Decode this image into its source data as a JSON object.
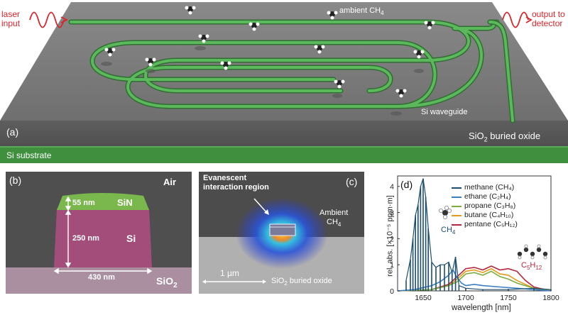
{
  "panel_a": {
    "panel_label": "(a)",
    "laser_input": [
      "laser",
      "input"
    ],
    "output_to_detector": [
      "output to",
      "detector"
    ],
    "ambient_label": "ambient CH",
    "ambient_sub": "4",
    "waveguide_label": "Si waveguide",
    "oxide_label_pre": "SiO",
    "oxide_label_sub": "2",
    "oxide_label_post": " buried oxide",
    "substrate_label": "Si substrate"
  },
  "panel_b": {
    "panel_label": "(b)",
    "air_label": "Air",
    "sin_label": "SiN",
    "si_label": "Si",
    "sio2_pre": "SiO",
    "sio2_sub": "2",
    "dim_top": "55 nm",
    "dim_height": "250 nm",
    "dim_width": "430 nm"
  },
  "panel_c": {
    "panel_label": "(c)",
    "evanescent": [
      "Evanescent",
      "interaction region"
    ],
    "ambient": [
      "Ambient",
      "CH"
    ],
    "ambient_sub": "4",
    "scale": "1 µm",
    "oxide_pre": "SiO",
    "oxide_sub": "2",
    "oxide_post": " buried oxide"
  },
  "panel_d": {
    "panel_label": "(d)",
    "ch4_label": "CH",
    "ch4_sub": "4",
    "c5_label": "C",
    "c5_sub1": "5",
    "c5_mid": "H",
    "c5_sub2": "12"
  },
  "chart_data": {
    "type": "line",
    "xlabel": "wavelength [nm]",
    "ylabel": "rel. abs. [×10⁻⁵ ppm·m]",
    "xlim": [
      1620,
      1800
    ],
    "ylim": [
      0,
      4.4
    ],
    "x_ticks": [
      1650,
      1700,
      1750,
      1800
    ],
    "y_ticks": [
      0,
      1,
      2,
      3,
      4
    ],
    "legend_position": "top-right",
    "series": [
      {
        "name": "methane",
        "formula": "(CH₄)",
        "color": "#1d4e6e",
        "x": [
          1630,
          1635,
          1638,
          1641,
          1644,
          1647,
          1650,
          1653,
          1656,
          1660,
          1665,
          1670,
          1675,
          1680,
          1684,
          1688,
          1692,
          1700,
          1720,
          1750,
          1780,
          1800
        ],
        "values": [
          0.4,
          1.2,
          2.0,
          2.9,
          3.3,
          4.0,
          4.3,
          3.6,
          2.4,
          1.1,
          0.9,
          1.0,
          1.0,
          1.1,
          0.7,
          1.3,
          0.2,
          0.1,
          0.05,
          0.05,
          0.1,
          0.05
        ]
      },
      {
        "name": "ethane",
        "formula": "(C₂H₄)",
        "color": "#3a7fc4",
        "x": [
          1620,
          1640,
          1660,
          1670,
          1680,
          1685,
          1690,
          1695,
          1700,
          1710,
          1720,
          1740,
          1760,
          1780,
          1800
        ],
        "values": [
          0.0,
          0.05,
          0.2,
          0.35,
          0.6,
          0.8,
          0.5,
          0.3,
          0.2,
          0.25,
          0.2,
          0.15,
          0.1,
          0.05,
          0.0
        ]
      },
      {
        "name": "propane",
        "formula": "(C₃H₈)",
        "color": "#7cae3e",
        "x": [
          1620,
          1660,
          1680,
          1690,
          1700,
          1710,
          1720,
          1730,
          1740,
          1750,
          1760,
          1770,
          1780,
          1800
        ],
        "values": [
          0.0,
          0.05,
          0.2,
          0.35,
          0.65,
          0.7,
          0.6,
          0.75,
          0.55,
          0.45,
          0.3,
          0.2,
          0.1,
          0.0
        ]
      },
      {
        "name": "butane",
        "formula": "(C₄H₁₀)",
        "color": "#e69a1c",
        "x": [
          1620,
          1660,
          1680,
          1690,
          1700,
          1710,
          1720,
          1730,
          1740,
          1750,
          1760,
          1770,
          1780,
          1800
        ],
        "values": [
          0.0,
          0.05,
          0.2,
          0.45,
          0.75,
          0.8,
          0.7,
          0.85,
          0.65,
          0.6,
          0.4,
          0.25,
          0.1,
          0.0
        ]
      },
      {
        "name": "pentane",
        "formula": "(C₅H₁₂)",
        "color": "#b3283c",
        "x": [
          1620,
          1660,
          1680,
          1690,
          1700,
          1710,
          1720,
          1730,
          1740,
          1750,
          1760,
          1770,
          1780,
          1800
        ],
        "values": [
          0.0,
          0.05,
          0.25,
          0.55,
          0.85,
          0.9,
          0.8,
          0.95,
          0.8,
          0.85,
          0.75,
          0.4,
          0.15,
          0.0
        ]
      }
    ]
  }
}
